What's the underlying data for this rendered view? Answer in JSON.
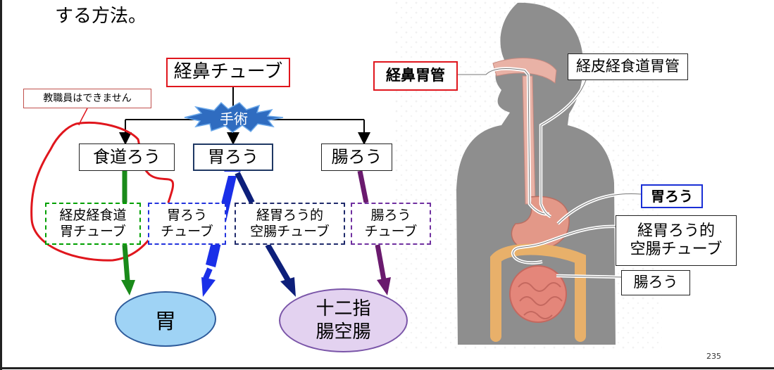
{
  "title_fragment": "する方法。",
  "page_number": "235",
  "top_tube": "経鼻チューブ",
  "surgery": "手術",
  "staff_note": "教職員はできません",
  "routes": {
    "esophagostomy": "食道ろう",
    "gastrostomy": "胃ろう",
    "jejunostomy": "腸ろう"
  },
  "tubes": {
    "percutaneous_esophageal_line1": "経皮経食道",
    "percutaneous_esophageal_line2": "胃チューブ",
    "gastrostomy_tube_line1": "胃ろう",
    "gastrostomy_tube_line2": "チューブ",
    "transgastric_jejunal_line1": "経胃ろう的",
    "transgastric_jejunal_line2": "空腸チューブ",
    "jejunostomy_tube_line1": "腸ろう",
    "jejunostomy_tube_line2": "チューブ"
  },
  "destinations": {
    "stomach": "胃",
    "duodenum_line1": "十二指",
    "duodenum_line2": "腸空腸"
  },
  "illustration_labels": {
    "nasogastric": "経鼻胃管",
    "percutaneous_esophageal": "経皮経食道胃管",
    "gastrostomy": "胃ろう",
    "transgastric_line1": "経胃ろう的",
    "transgastric_line2": "空腸チューブ",
    "jejunostomy": "腸ろう"
  },
  "colors": {
    "red": "#e0161d",
    "green": "#1a8a1a",
    "blue": "#1a2fe8",
    "navy": "#0d1f7a",
    "purple": "#6a1a6e",
    "stomach_fill": "#9fd3f5",
    "duodenum_fill": "#e3d2f0",
    "surgery_burst": "#2f6cc0"
  }
}
